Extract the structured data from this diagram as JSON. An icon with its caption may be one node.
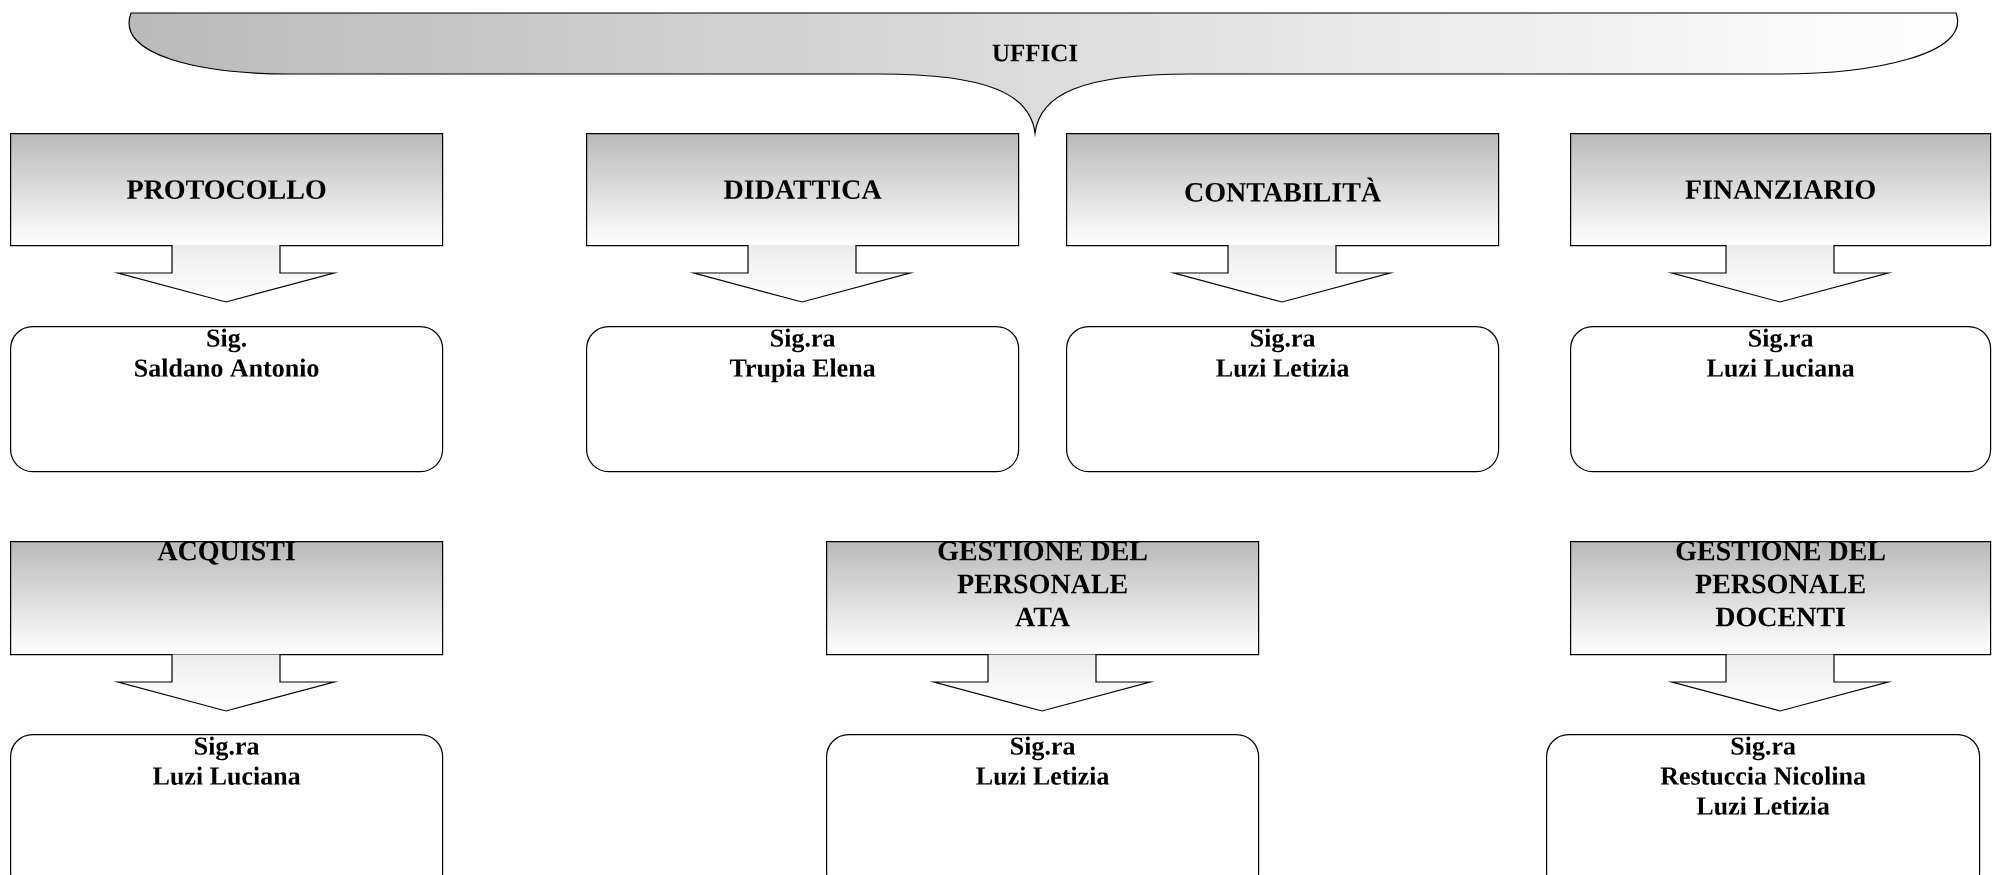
{
  "diagram": {
    "nodes": [
      {
        "text": [
          "UFFICI"
        ]
      },
      {
        "text": [
          "PROTOCOLLO"
        ]
      },
      {
        "text": [
          "DIDATTICA"
        ]
      },
      {
        "text": [
          "CONTABILITÀ"
        ]
      },
      {
        "text": [
          "FINANZIARIO"
        ]
      },
      {
        "text": [
          "Sig.",
          "Saldano Antonio"
        ]
      },
      {
        "text": [
          "Sig.ra",
          "Trupia Elena"
        ]
      },
      {
        "text": [
          "Sig.ra",
          "Luzi Letizia"
        ]
      },
      {
        "text": [
          "Sig.ra",
          "Luzi Luciana"
        ]
      },
      {
        "text": [
          "ACQUISTI"
        ]
      },
      {
        "text": [
          "GESTIONE DEL PERSONALE ATA"
        ]
      },
      {
        "text": [
          "GESTIONE DEL PERSONALE DOCENTI"
        ]
      },
      {
        "text": [
          "Sig.ra",
          "Luzi Luciana"
        ]
      },
      {
        "text": [
          "Sig.ra",
          "Luzi Letizia"
        ]
      },
      {
        "text": [
          "Sig.ra",
          "Restuccia Nicolina",
          "Luzi Letizia"
        ]
      }
    ]
  }
}
